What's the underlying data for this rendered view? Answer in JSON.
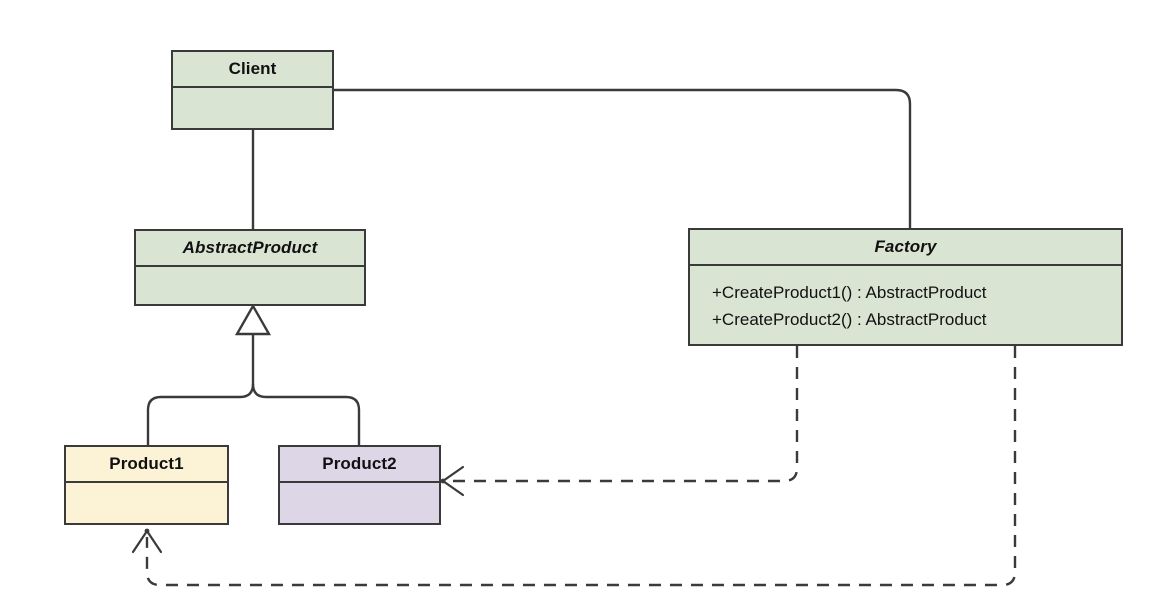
{
  "diagram": {
    "kind": "uml-class-diagram",
    "title": "Factory Method / Abstract Factory pattern",
    "background": "#ffffff",
    "line_color": "#3a3a3a",
    "palette": {
      "green": "#d9e4d3",
      "yellow": "#fcf3d6",
      "purple": "#ddd6e7",
      "border": "#3a3a3a",
      "text": "#111111"
    },
    "classes": [
      {
        "id": "client",
        "name": "Client",
        "abstract": false,
        "fill": "#d9e4d3",
        "members": []
      },
      {
        "id": "abstractproduct",
        "name": "AbstractProduct",
        "abstract": true,
        "fill": "#d9e4d3",
        "members": []
      },
      {
        "id": "factory",
        "name": "Factory",
        "abstract": true,
        "fill": "#d9e4d3",
        "members": [
          "+CreateProduct1() : AbstractProduct",
          "+CreateProduct2() : AbstractProduct"
        ]
      },
      {
        "id": "product1",
        "name": "Product1",
        "abstract": false,
        "fill": "#fcf3d6",
        "members": []
      },
      {
        "id": "product2",
        "name": "Product2",
        "abstract": false,
        "fill": "#ddd6e7",
        "members": []
      }
    ],
    "relationships": [
      {
        "id": "client-abstractproduct",
        "type": "association",
        "style": "solid",
        "from": "client",
        "to": "abstractproduct",
        "arrowhead": "none",
        "label": ""
      },
      {
        "id": "client-factory",
        "type": "association",
        "style": "solid",
        "from": "client",
        "to": "factory",
        "arrowhead": "none",
        "label": ""
      },
      {
        "id": "product1-abstractproduct",
        "type": "generalization",
        "style": "solid",
        "from": "product1",
        "to": "abstractproduct",
        "arrowhead": "hollow-triangle",
        "label": ""
      },
      {
        "id": "product2-abstractproduct",
        "type": "generalization",
        "style": "solid",
        "from": "product2",
        "to": "abstractproduct",
        "arrowhead": "hollow-triangle",
        "label": ""
      },
      {
        "id": "factory-product2",
        "type": "dependency",
        "style": "dashed",
        "from": "factory",
        "to": "product2",
        "arrowhead": "open-arrow",
        "label": ""
      },
      {
        "id": "factory-product1",
        "type": "dependency",
        "style": "dashed",
        "from": "factory",
        "to": "product1",
        "arrowhead": "open-arrow",
        "label": ""
      }
    ]
  }
}
